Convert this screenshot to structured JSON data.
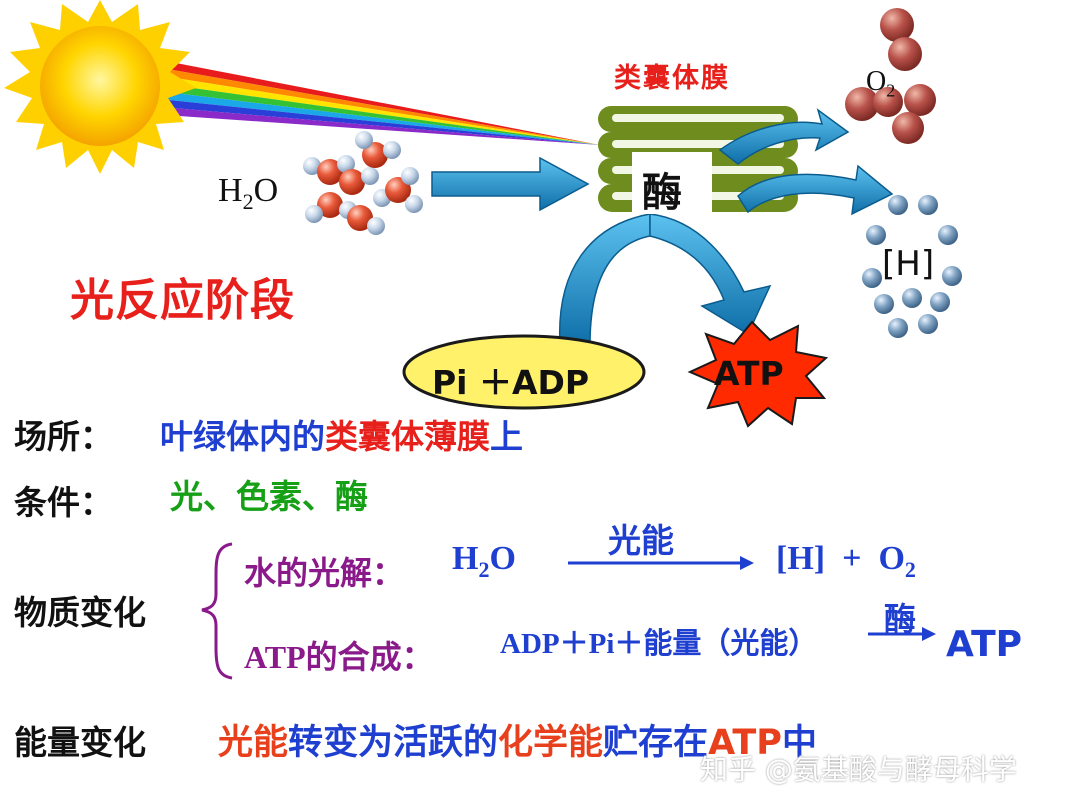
{
  "labels": {
    "membrane": "类囊体膜",
    "o2": "O",
    "o2_sub": "2",
    "h2o_left_main": "H",
    "h2o_left_sub": "2",
    "h2o_left_end": "O",
    "enzyme": "酶",
    "h_bracket": "[H]",
    "stage_title": "光反应阶段",
    "pi_adp": "Pi ＋ADP",
    "atp_star": "ATP"
  },
  "rows": {
    "location": {
      "label": "场所：",
      "parts": [
        "叶绿体内的",
        "类囊体薄膜",
        "上"
      ]
    },
    "conditions": {
      "label": "条件：",
      "value": "光、色素、酶"
    },
    "material_change": {
      "label": "物质变化",
      "water_photolysis": {
        "label": "水的光解：",
        "reactant_main": "H",
        "reactant_sub": "2",
        "reactant_end": "O",
        "arrow_label": "光能",
        "product_h": "[H]",
        "plus": "+",
        "product_o": "O",
        "product_o_sub": "2"
      },
      "atp_synthesis": {
        "label": "ATP的合成：",
        "reactants": "ADP＋Pi＋能量（光能）",
        "arrow_label": "酶",
        "product": "ATP"
      }
    },
    "energy_change": {
      "label": "能量变化",
      "parts": [
        "光能",
        "转变为活跃的",
        "化学能",
        "贮存在",
        "ATP",
        "中"
      ]
    }
  },
  "watermark": "知乎 @氨基酸与酵母科学",
  "colors": {
    "sun": "#f5c400",
    "arrow": "#1e8fc8",
    "thylakoid": "#6f8c1e",
    "star": "#ff2a00",
    "ellipse": "#fff26a"
  },
  "icons": [
    "sun-icon",
    "water-molecule-icon",
    "oxygen-molecule-icon",
    "hydrogen-cluster-icon",
    "thylakoid-stack-icon"
  ]
}
